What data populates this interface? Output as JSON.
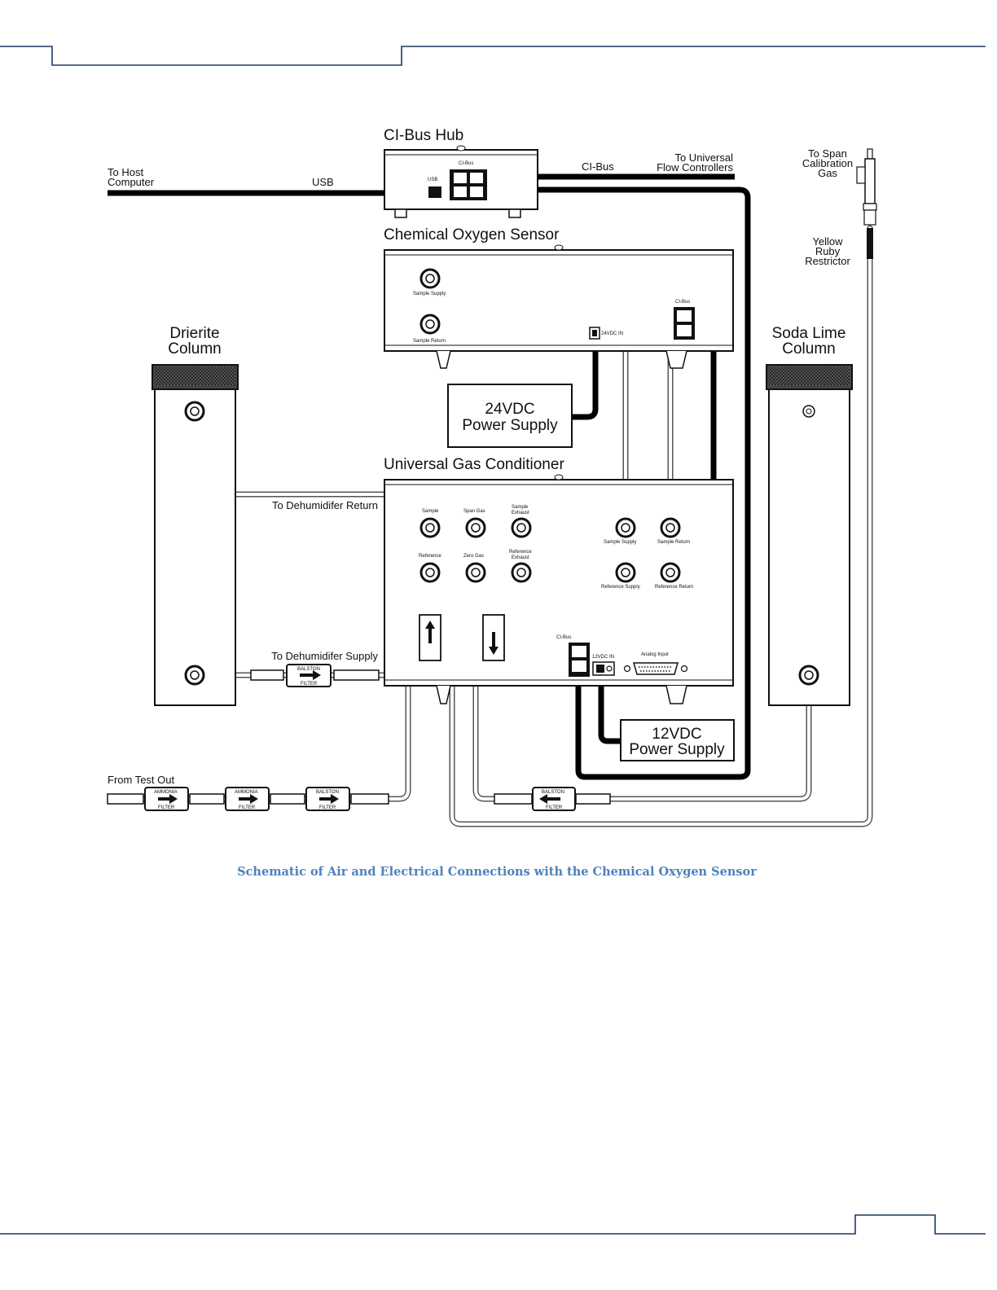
{
  "diagram": {
    "hub_title": "CI-Bus Hub",
    "hub_port_cibus": "CI-Bus",
    "hub_port_usb": "USB",
    "to_host_line1": "To Host",
    "to_host_line2": "Computer",
    "usb_label": "USB",
    "cibus_label": "CI-Bus",
    "to_universal_line1": "To Universal",
    "to_universal_line2": "Flow Controllers",
    "span_line1": "To Span",
    "span_line2": "Calibration",
    "span_line3": "Gas",
    "ruby_line1": "Yellow",
    "ruby_line2": "Ruby",
    "ruby_line3": "Restrictor",
    "cos_title": "Chemical Oxygen Sensor",
    "cos_sample_supply": "Sample Supply",
    "cos_sample_return": "Sample Return",
    "cos_power_in": "24VDC IN",
    "cos_cibus": "CI-Bus",
    "drierite_line1": "Drierite",
    "drierite_line2": "Column",
    "sodalime_line1": "Soda Lime",
    "sodalime_line2": "Column",
    "psu24_line1": "24VDC",
    "psu24_line2": "Power Supply",
    "ugc_title": "Universal Gas Conditioner",
    "to_dehum_return": "To Dehumidifer Return",
    "to_dehum_supply": "To Dehumidifer Supply",
    "ugc_sample": "Sample",
    "ugc_span_gas": "Span Gas",
    "ugc_sample_exhaust_line1": "Sample",
    "ugc_sample_exhaust_line2": "Exhaust",
    "ugc_reference": "Reference",
    "ugc_zero_gas": "Zero Gas",
    "ugc_ref_exhaust_line1": "Reference",
    "ugc_ref_exhaust_line2": "Exhaust",
    "ugc_sample_supply": "Sample Supply",
    "ugc_sample_return": "Sample Return",
    "ugc_reference_supply": "Reference Supply",
    "ugc_reference_return": "Reference Return",
    "ugc_cibus": "CI-Bus",
    "ugc_power_in": "12VDC IN",
    "ugc_analog_input": "Analog Input",
    "psu12_line1": "12VDC",
    "psu12_line2": "Power Supply",
    "from_test_out": "From Test Out",
    "filter_ammonia": "AMMONIA",
    "filter_balston": "BALSTON",
    "filter_word": "FILTER"
  },
  "caption": "Schematic of Air and Electrical Connections with the Chemical Oxygen Sensor",
  "colors": {
    "caption": "#4f81bd",
    "header_rule": "#1f3864",
    "line": "#111111",
    "tubing": "#555555"
  }
}
